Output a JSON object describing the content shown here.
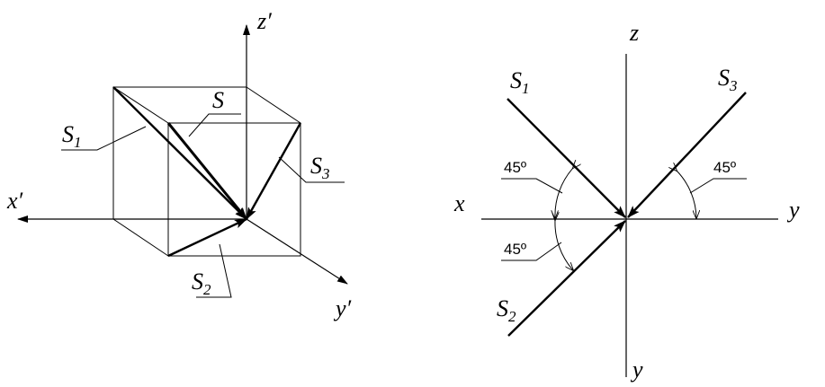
{
  "left_diagram": {
    "axes": {
      "x": "x′",
      "y": "y′",
      "z": "z′"
    },
    "vectors": {
      "s": {
        "main": "S",
        "sub": ""
      },
      "s1": {
        "main": "S",
        "sub": "1"
      },
      "s2": {
        "main": "S",
        "sub": "2"
      },
      "s3": {
        "main": "S",
        "sub": "3"
      }
    }
  },
  "right_diagram": {
    "axes": {
      "x": "x",
      "y_right": "y",
      "y_bottom": "y",
      "z": "z"
    },
    "vectors": {
      "s1": {
        "main": "S",
        "sub": "1"
      },
      "s2": {
        "main": "S",
        "sub": "2"
      },
      "s3": {
        "main": "S",
        "sub": "3"
      }
    },
    "angles": {
      "upper_left": "45º",
      "lower_left": "45º",
      "right": "45º"
    }
  }
}
